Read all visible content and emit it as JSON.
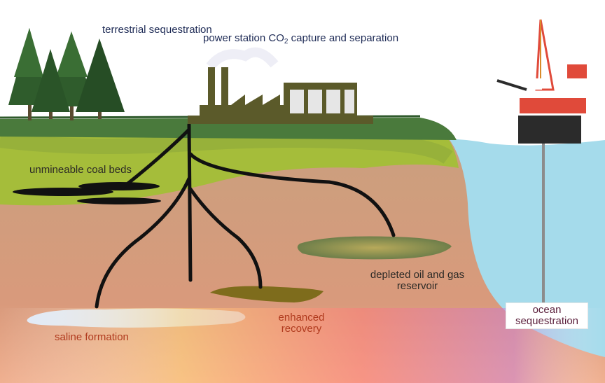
{
  "labels": {
    "terrestrial": "terrestrial sequestration",
    "power_prefix": "power station CO",
    "power_sub": "2",
    "power_suffix": " capture and separation",
    "coal": "unmineable coal beds",
    "depleted": "depleted oil and gas reservoir",
    "enhanced": "enhanced recovery",
    "saline": "saline formation",
    "ocean": "ocean sequestration"
  },
  "colors": {
    "sky": "#ffffff",
    "ocean": "#a5dbeb",
    "ground_top": "#4a7a3c",
    "coal_layer": "#a5bd3a",
    "subsoil": "#c8a07e",
    "factory": "#5b5a2a",
    "pipe": "#111111",
    "saline": "#dfe8f7",
    "reservoir": "#6f7f4a",
    "enhanced": "#7e6c1c"
  }
}
